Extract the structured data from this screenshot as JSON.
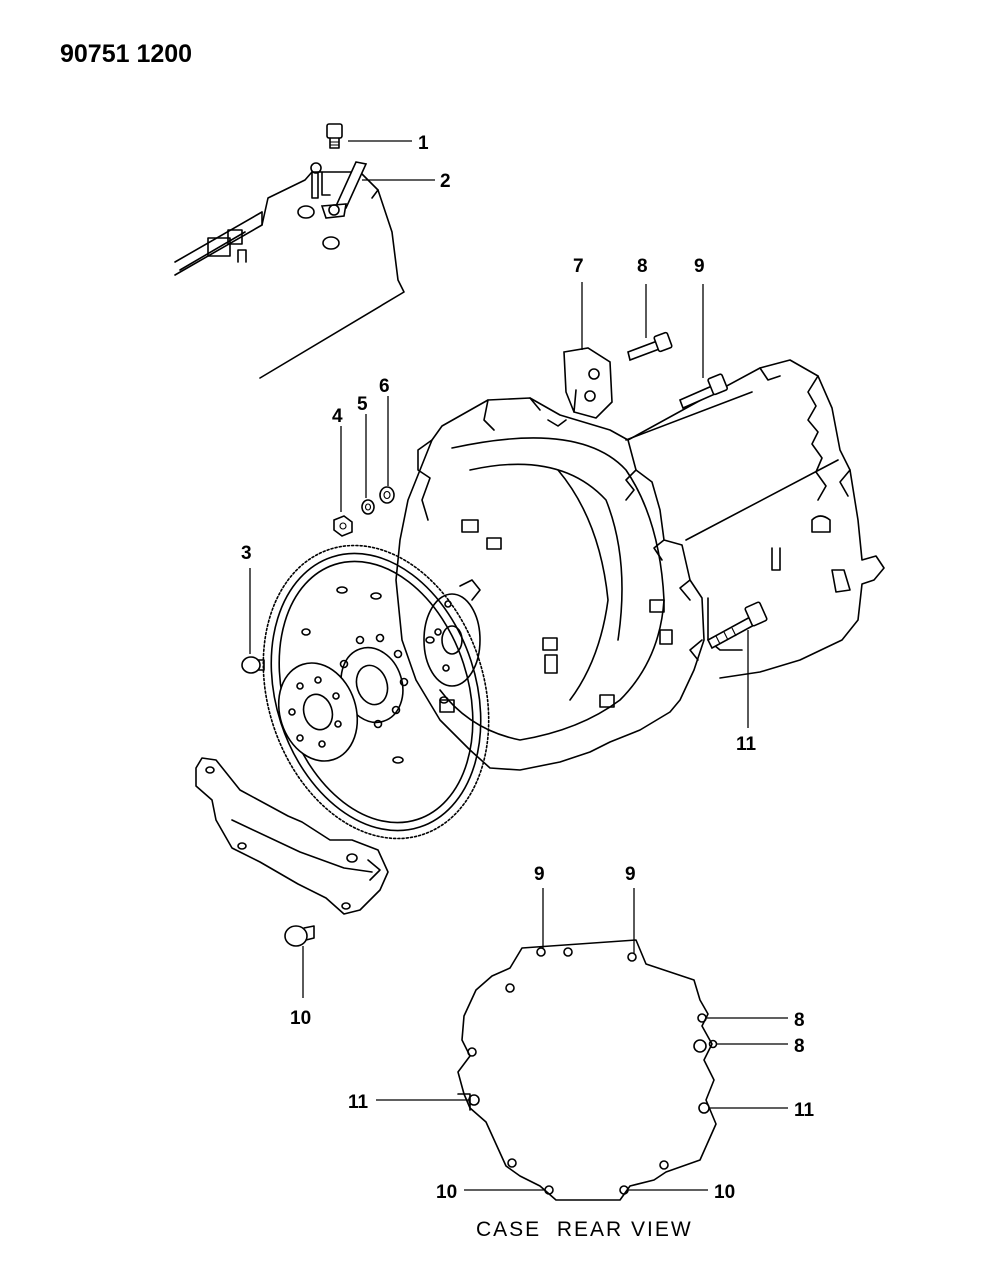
{
  "document_number": "90751 1200",
  "view_caption": "CASE  REAR VIEW",
  "callouts": {
    "c1": "1",
    "c2": "2",
    "c3": "3",
    "c4": "4",
    "c5": "5",
    "c6": "6",
    "c7": "7",
    "c8": "8",
    "c9": "9",
    "c10": "10",
    "c11": "11"
  },
  "rear_view_callouts": {
    "r9a": "9",
    "r9b": "9",
    "r8a": "8",
    "r8b": "8",
    "r11a": "11",
    "r11b": "11",
    "r10a": "10",
    "r10b": "10"
  }
}
